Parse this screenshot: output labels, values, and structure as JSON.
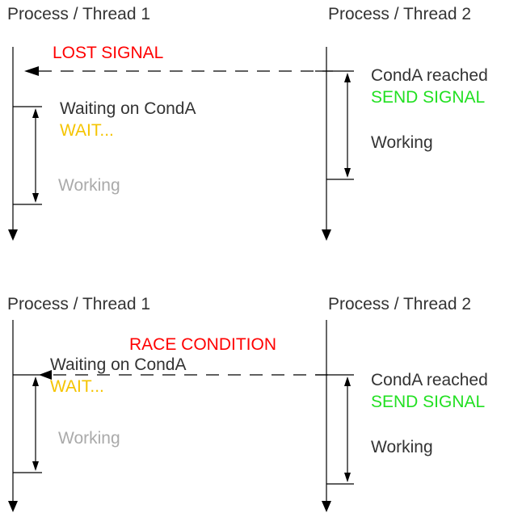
{
  "colors": {
    "text": "#333333",
    "lost_signal": "#ff0000",
    "race_condition": "#ff0000",
    "wait": "#f5c400",
    "send_signal": "#22e022",
    "working_idle": "#aaaaaa",
    "line": "#000000"
  },
  "top": {
    "thread1_header": "Process / Thread 1",
    "thread2_header": "Process / Thread 2",
    "event_label": "LOST SIGNAL",
    "thread1_waiting": "Waiting on CondA",
    "thread1_wait": "WAIT...",
    "thread1_working": "Working",
    "thread2_conda": "CondA reached",
    "thread2_send": "SEND SIGNAL",
    "thread2_working": "Working"
  },
  "bottom": {
    "thread1_header": "Process / Thread 1",
    "thread2_header": "Process / Thread 2",
    "event_label": "RACE CONDITION",
    "thread1_waiting": "Waiting on CondA",
    "thread1_wait": "WAIT...",
    "thread1_working": "Working",
    "thread2_conda": "CondA reached",
    "thread2_send": "SEND SIGNAL",
    "thread2_working": "Working"
  }
}
